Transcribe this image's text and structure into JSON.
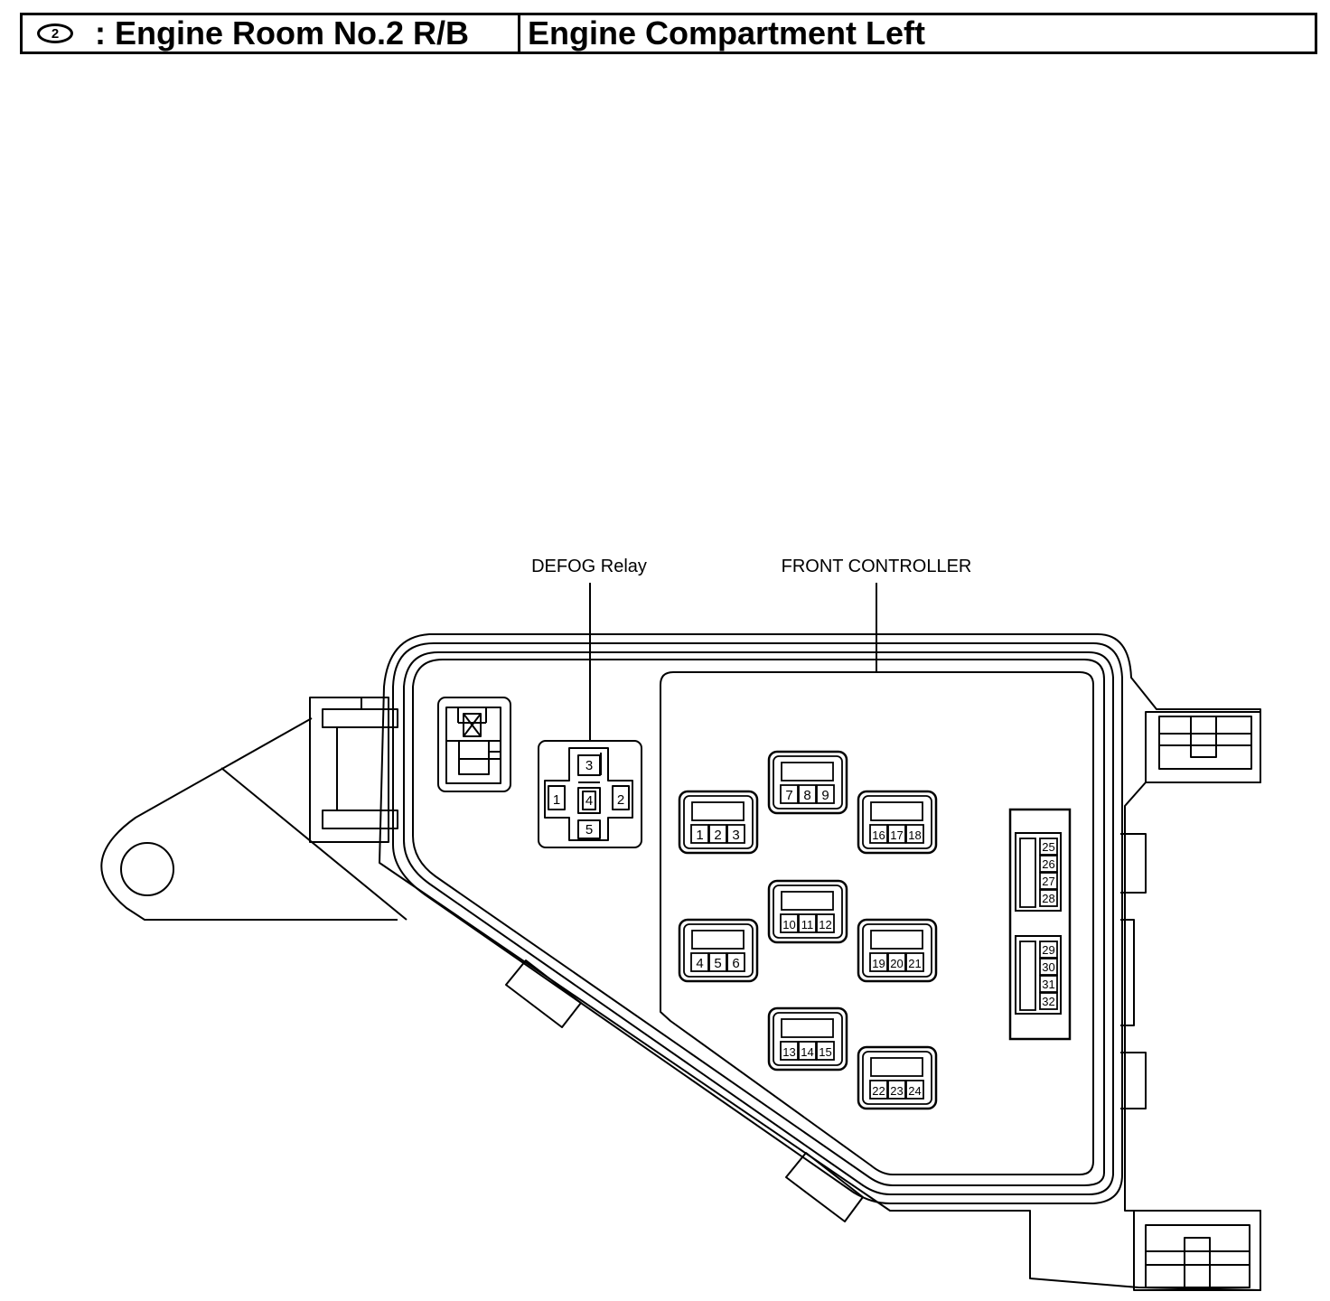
{
  "header": {
    "badge": "2",
    "relay_block_title": ": Engine Room No.2 R/B",
    "location": "Engine Compartment Left"
  },
  "diagram": {
    "callouts": {
      "defog_relay": "DEFOG Relay",
      "front_controller": "FRONT CONTROLLER"
    },
    "relay_terminals": [
      "1",
      "2",
      "3",
      "4",
      "5"
    ],
    "front_controller_connectors": [
      [
        "1",
        "2",
        "3"
      ],
      [
        "4",
        "5",
        "6"
      ],
      [
        "7",
        "8",
        "9"
      ],
      [
        "10",
        "11",
        "12"
      ],
      [
        "13",
        "14",
        "15"
      ],
      [
        "16",
        "17",
        "18"
      ],
      [
        "19",
        "20",
        "21"
      ],
      [
        "22",
        "23",
        "24"
      ]
    ],
    "front_controller_side_connectors": [
      [
        "25",
        "26",
        "27",
        "28"
      ],
      [
        "29",
        "30",
        "31",
        "32"
      ]
    ]
  }
}
